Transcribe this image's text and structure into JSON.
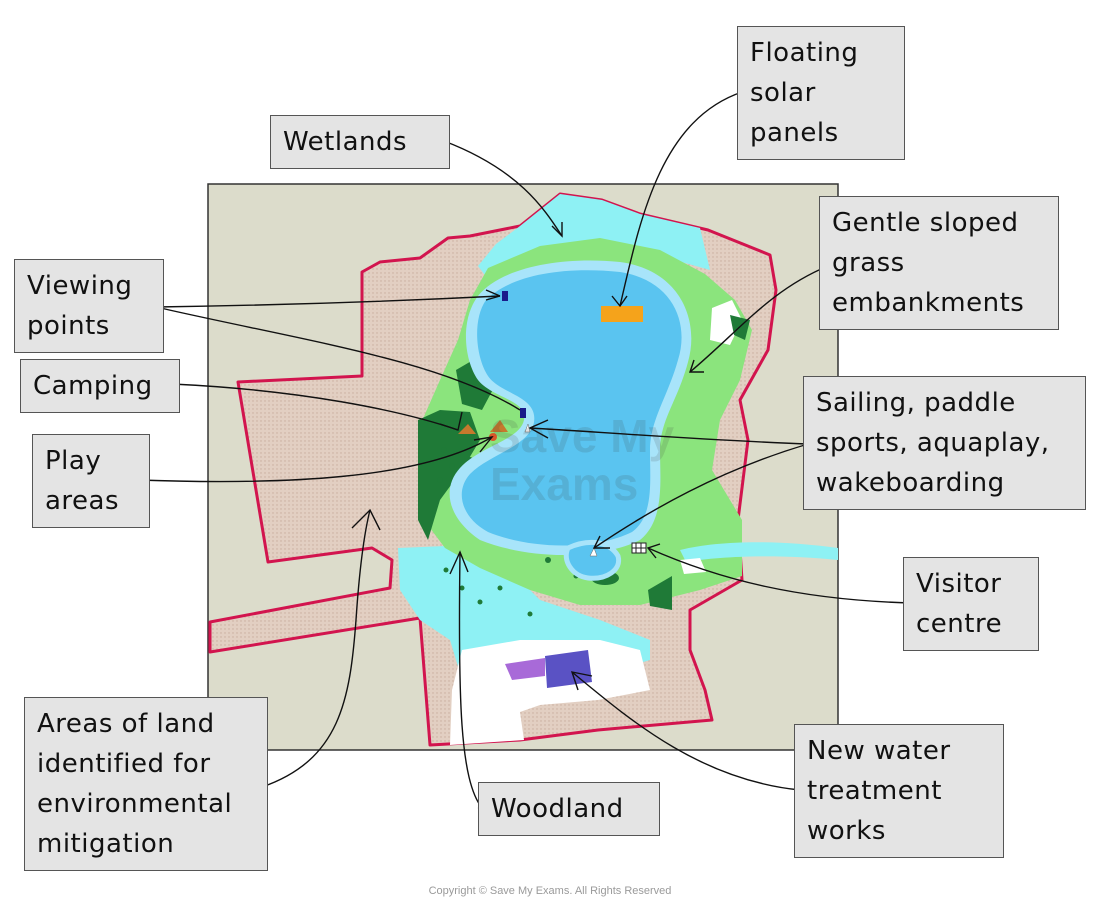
{
  "labels": {
    "wetlands": [
      "Wetlands"
    ],
    "solar": [
      "Floating",
      "solar",
      "panels"
    ],
    "embankments": [
      "Gentle sloped",
      "grass",
      "embankments"
    ],
    "viewing": [
      "Viewing",
      "points"
    ],
    "camping": [
      "Camping"
    ],
    "play": [
      "Play",
      "areas"
    ],
    "sailing": [
      "Sailing, paddle",
      "sports, aquaplay,",
      "wakeboarding"
    ],
    "visitor": [
      "Visitor",
      "centre"
    ],
    "mitigation": [
      "Areas of land",
      "identified for",
      "environmental",
      "mitigation"
    ],
    "woodland": [
      "Woodland"
    ],
    "treatment": [
      "New water",
      "treatment",
      "works"
    ]
  },
  "watermark": [
    "Save My",
    "Exams"
  ],
  "copyright": "Copyright © Save My Exams. All Rights Reserved",
  "colors": {
    "background_land": "#dcdccb",
    "mitigation_land": "#e0cdbf",
    "boundary": "#d2144e",
    "wetland": "#8ef1f4",
    "grass": "#8be47d",
    "woodland": "#1f7a37",
    "reservoir": "#5ac4f0",
    "reservoir_edge": "#a8e4fa",
    "solar_panels": "#f5a31b",
    "treatment_works": "#5a52c4",
    "treatment_works_secondary": "#a86ad8",
    "label_fill": "#e4e4e4"
  }
}
